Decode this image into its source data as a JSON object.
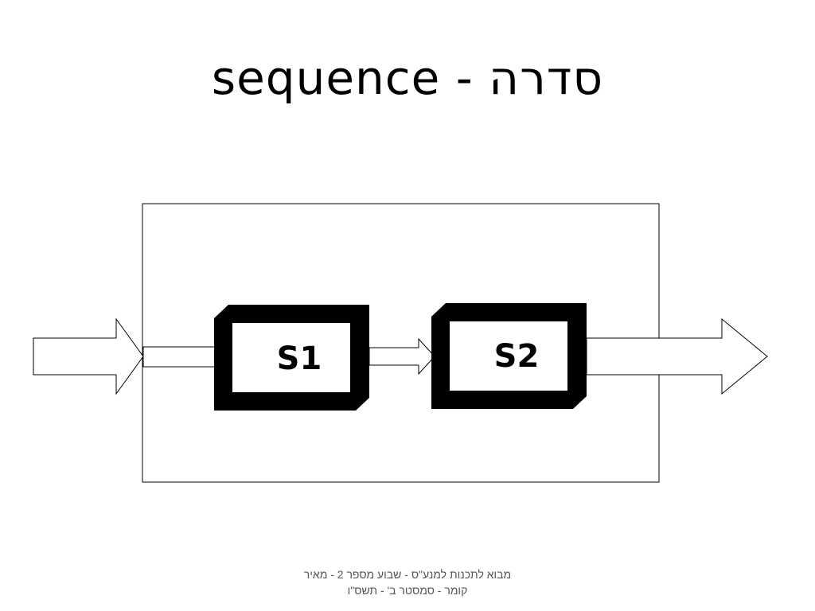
{
  "slide": {
    "title": "sequence - סדרה"
  },
  "diagram": {
    "blocks": [
      {
        "id": "s1",
        "label_main": "S",
        "label_sub": "1"
      },
      {
        "id": "s2",
        "label_main": "S",
        "label_sub": "2"
      }
    ]
  },
  "footer": {
    "line1": "מבוא לתכנות למנע\"ס - שבוע מספר 2 -  מאיר",
    "line2": "קומר - סמסטר ב' - תשס\"ו"
  }
}
